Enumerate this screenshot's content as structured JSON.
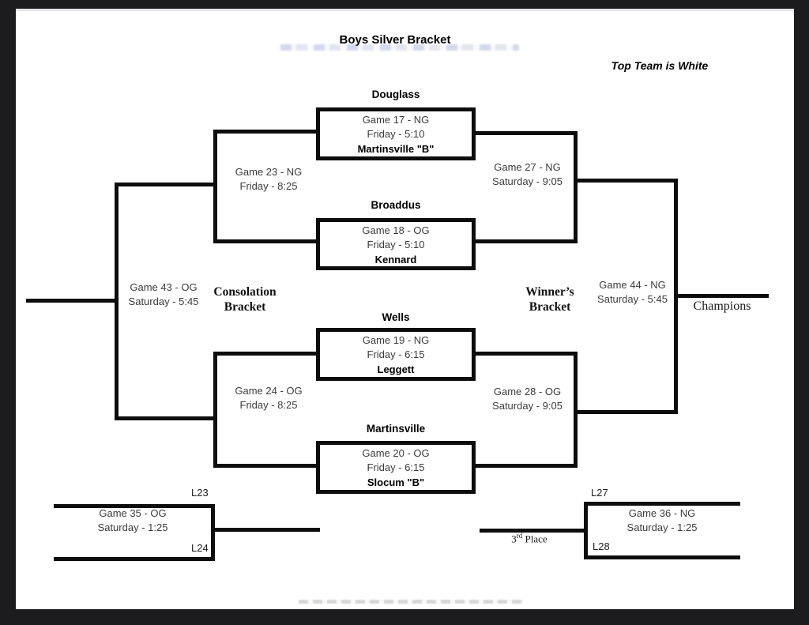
{
  "page": {
    "title": "Boys Silver Bracket",
    "note": "Top Team is White"
  },
  "sections": {
    "consolation_label": "Consolation Bracket",
    "winners_label": "Winner’s Bracket",
    "champions_label": "Champions",
    "third_place": {
      "num": "3",
      "sup": "rd",
      "rest": " Place"
    }
  },
  "games": {
    "g17": {
      "top_team": "Douglass",
      "info1": "Game 17 - NG",
      "info2": "Friday - 5:10",
      "bottom_team": "Martinsville \"B\""
    },
    "g18": {
      "top_team": "Broaddus",
      "info1": "Game 18 - OG",
      "info2": "Friday - 5:10",
      "bottom_team": "Kennard"
    },
    "g19": {
      "top_team": "Wells",
      "info1": "Game 19 - NG",
      "info2": "Friday - 6:15",
      "bottom_team": "Leggett"
    },
    "g20": {
      "top_team": "Martinsville",
      "info1": "Game 20 - OG",
      "info2": "Friday - 6:15",
      "bottom_team": "Slocum \"B\""
    }
  },
  "connectors": {
    "g23": {
      "info1": "Game 23 - NG",
      "info2": "Friday - 8:25"
    },
    "g24": {
      "info1": "Game 24 - OG",
      "info2": "Friday - 8:25"
    },
    "g27": {
      "info1": "Game 27 - NG",
      "info2": "Saturday - 9:05"
    },
    "g28": {
      "info1": "Game 28 - OG",
      "info2": "Saturday - 9:05"
    },
    "g43": {
      "info1": "Game 43 - OG",
      "info2": "Saturday - 5:45"
    },
    "g44": {
      "info1": "Game 44 - NG",
      "info2": "Saturday - 5:45"
    }
  },
  "loser_games": {
    "g35": {
      "info1": "Game 35 - OG",
      "info2": "Saturday - 1:25",
      "slot_top": "L23",
      "slot_bottom": "L24"
    },
    "g36": {
      "info1": "Game 36 - NG",
      "info2": "Saturday - 1:25",
      "slot_top": "L27",
      "slot_bottom": "L28"
    }
  },
  "colors": {
    "line": "#0d0d0d",
    "frame_bg": "#1c1c1e",
    "page_bg": "#ffffff"
  }
}
